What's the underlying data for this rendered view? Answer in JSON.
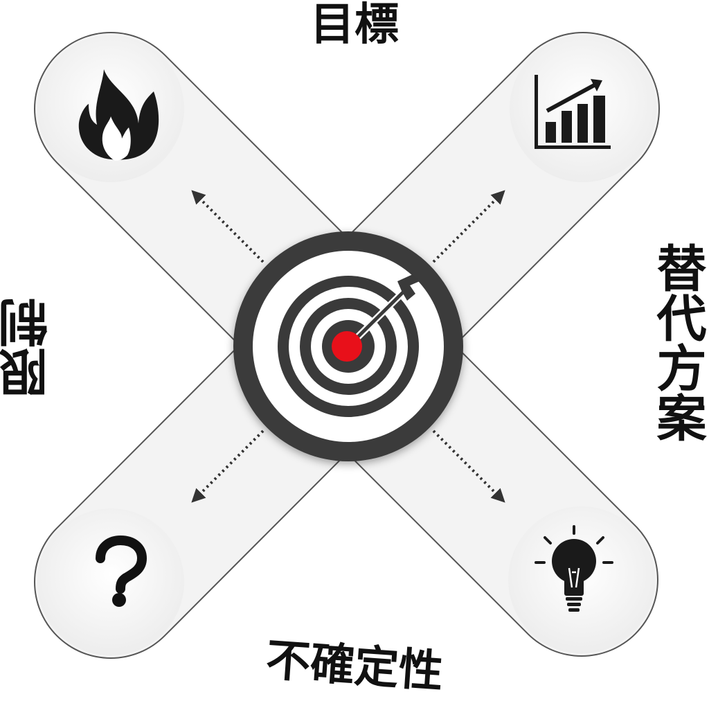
{
  "labels": {
    "top": "目標",
    "right": "替代方案",
    "bottom": "不確定性",
    "left": "限制"
  },
  "nodes": [
    {
      "name": "fire-node",
      "icon": "fire-icon"
    },
    {
      "name": "growth-chart-node",
      "icon": "bar-chart-arrow-icon"
    },
    {
      "name": "question-node",
      "icon": "question-mark-icon"
    },
    {
      "name": "idea-node",
      "icon": "lightbulb-icon"
    }
  ],
  "center": {
    "icon": "target-arrow-icon"
  },
  "colors": {
    "band": "#f2f2f2",
    "band_stroke": "#666666",
    "icon": "#1a1a1a",
    "ring_dark": "#3a3a3a",
    "bullseye": "#e8101a"
  }
}
